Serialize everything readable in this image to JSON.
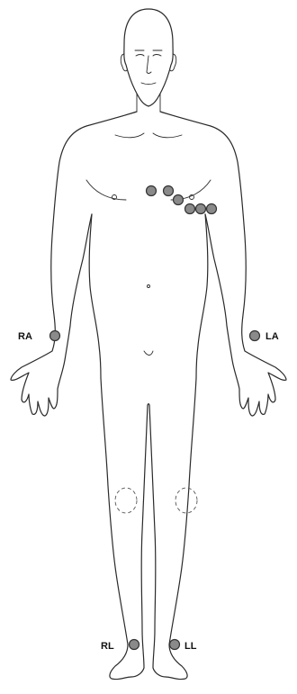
{
  "diagram": {
    "electrode_color": "#8a8a8a",
    "outline_color": "#2a2a2a",
    "limb_leads": [
      {
        "id": "RA",
        "label": "RA"
      },
      {
        "id": "LA",
        "label": "LA"
      },
      {
        "id": "RL",
        "label": "RL"
      },
      {
        "id": "LL",
        "label": "LL"
      }
    ],
    "precordial_lead_count": 6
  }
}
